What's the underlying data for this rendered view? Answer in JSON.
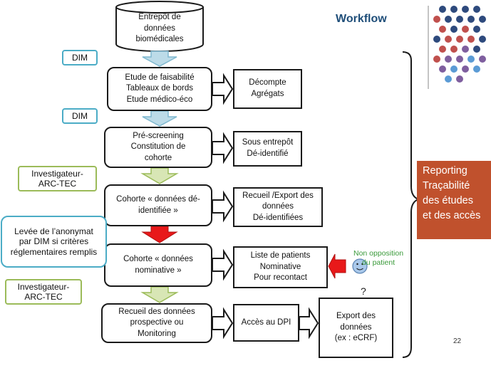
{
  "title": "Workflow",
  "database": "Entrepôt de\ndonnées\nbiomédicales",
  "steps": [
    "Etude de faisabilité\nTableaux de bords\nEtude médico-éco",
    "Pré-screening\nConstitution de\ncohorte",
    "Cohorte « données dé-\nidentifiée »",
    "Cohorte « données\nnominative »",
    "Recueil des données\nprospective ou\nMonitoring"
  ],
  "outputs": [
    "Décompte\nAgrégats",
    "Sous entrepôt\nDé-identifié",
    "Recueil /Export des\ndonnées\nDé-identifiées",
    "Liste de patients\nNominative\nPour recontact",
    "Accès au DPI"
  ],
  "export": "Export des\ndonnées\n(ex : eCRF)",
  "actors": {
    "dim1": "DIM",
    "dim2": "DIM",
    "inv1": "Investigateur-\nARC-TEC",
    "levee": "Levée de l’anonymat\npar DIM si critères\nréglementaires remplis",
    "inv2": "Investigateur-\nARC-TEC"
  },
  "reporting": "Reporting\nTraçabilité\ndes études\net des accès",
  "non_opposition": "Non opposition\ndu patient",
  "question_mark": "?",
  "page_number": "22",
  "colors": {
    "blue_arrow": "#bcdbe8",
    "green_arrow": "#d8e6b5",
    "red_arrow": "#e8191a",
    "reporting_bg": "#c0512d",
    "title": "#1f4e79",
    "label_blue": "#4bacc6",
    "label_green": "#9bbb59"
  },
  "icons": [
    "database-cylinder-icon",
    "smiley-face-icon",
    "right-brace-icon",
    "dot-grid-logo"
  ]
}
